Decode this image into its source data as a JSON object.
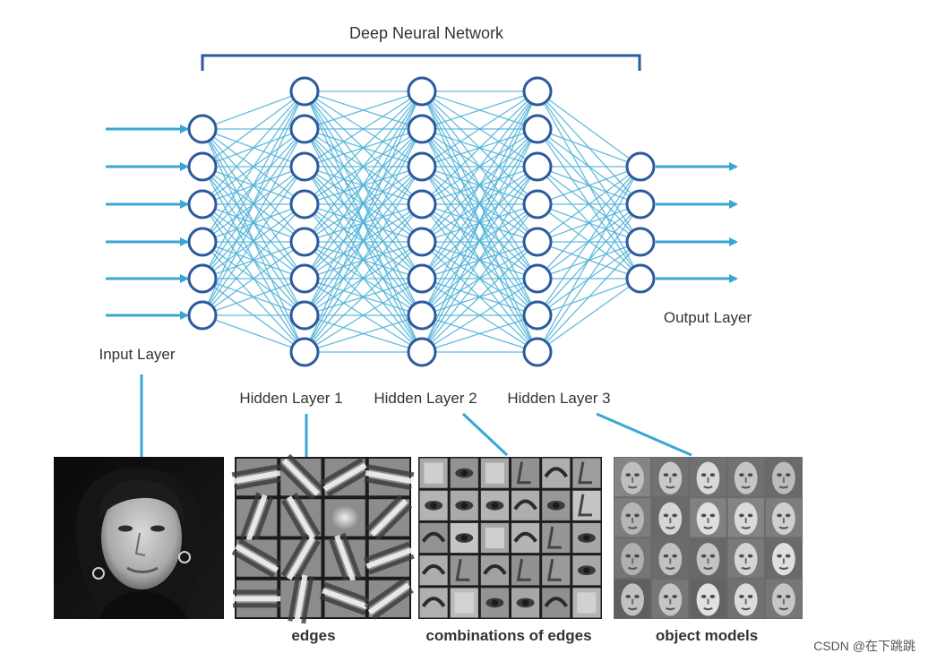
{
  "title": "Deep Neural Network",
  "layers": [
    {
      "label": "Input Layer",
      "nodes": 6
    },
    {
      "label": "Hidden Layer 1",
      "nodes": 8
    },
    {
      "label": "Hidden Layer 2",
      "nodes": 8
    },
    {
      "label": "Hidden Layer 3",
      "nodes": 8
    },
    {
      "label": "Output Layer",
      "nodes": 4
    }
  ],
  "panels": [
    {
      "caption": ""
    },
    {
      "caption": "edges"
    },
    {
      "caption": "combinations of edges"
    },
    {
      "caption": "object models"
    }
  ],
  "watermark": "CSDN @在下跳跳",
  "colors": {
    "accent": "#2b5a9e",
    "connection": "#4ab0d6",
    "arrow": "#38a7d4",
    "text": "#333333"
  }
}
